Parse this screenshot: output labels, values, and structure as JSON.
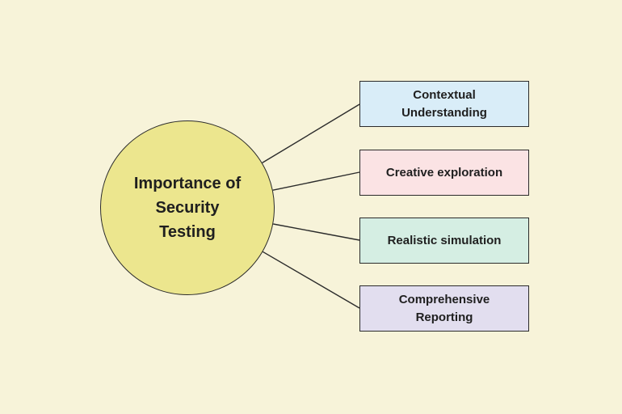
{
  "diagram": {
    "background_color": "#f7f3d9",
    "connector_color": "#2b2b2b",
    "center": {
      "label": "Importance of Security Testing",
      "fill": "#ece68e",
      "border_color": "#2b2b2b"
    },
    "nodes": [
      {
        "id": "contextual-understanding",
        "label": "Contextual Understanding",
        "fill": "#d9edf8"
      },
      {
        "id": "creative-exploration",
        "label": "Creative exploration",
        "fill": "#fbe3e4"
      },
      {
        "id": "realistic-simulation",
        "label": "Realistic simulation",
        "fill": "#d5eee3"
      },
      {
        "id": "comprehensive-reporting",
        "label": "Comprehensive Reporting",
        "fill": "#e2deef"
      }
    ]
  }
}
